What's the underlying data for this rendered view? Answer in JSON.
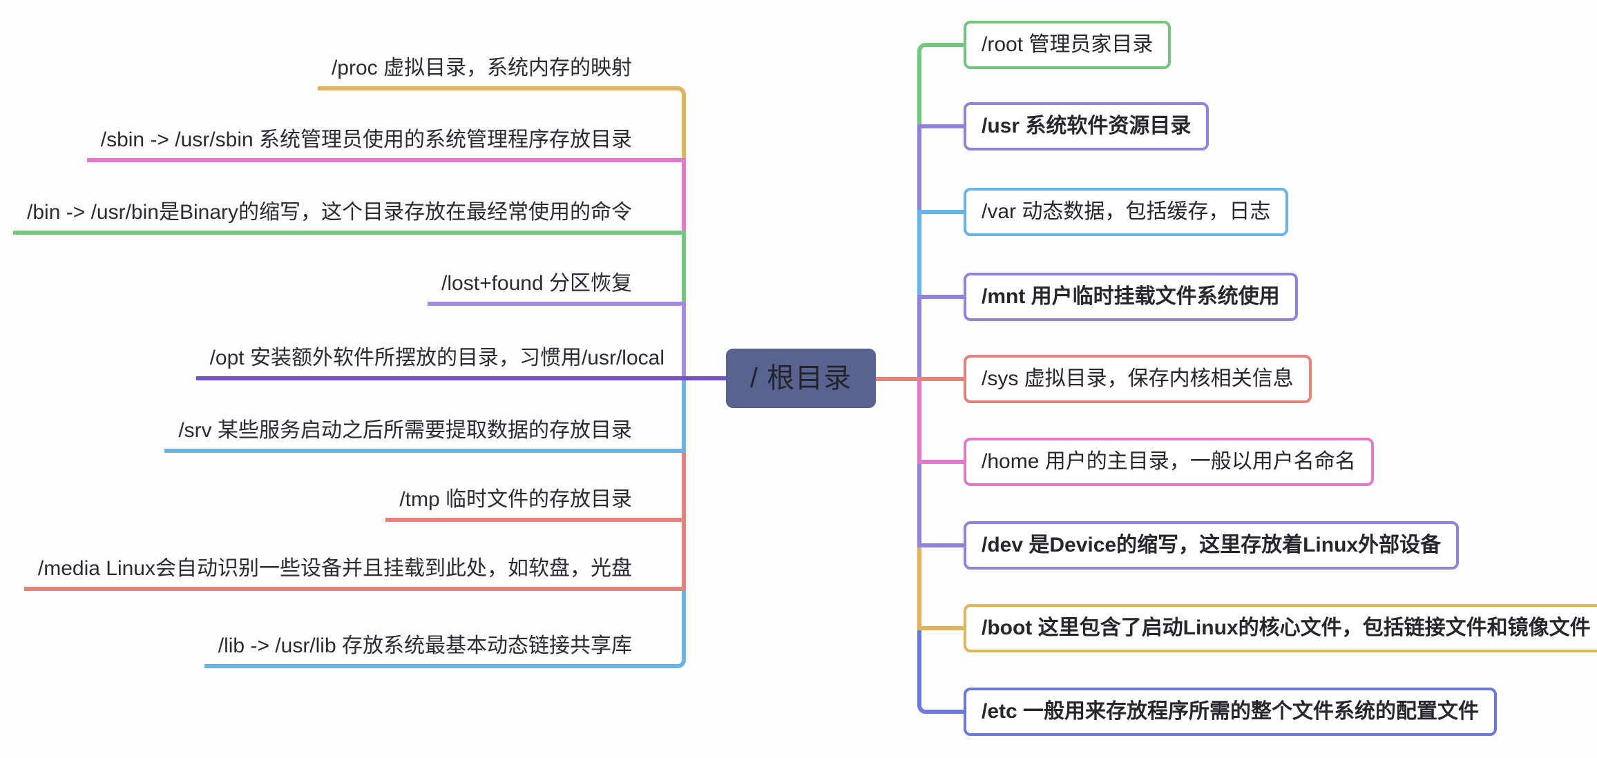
{
  "root": {
    "label": "/  根目录",
    "bg_color": "#59638f",
    "text_color": "#23232b"
  },
  "left_branches": [
    {
      "id": "proc",
      "label": "/proc  虚拟目录，系统内存的映射",
      "color": "#e0b45a",
      "bold": false
    },
    {
      "id": "sbin",
      "label": "/sbin -> /usr/sbin 系统管理员使用的系统管理程序存放目录",
      "color": "#e478cd",
      "bold": false
    },
    {
      "id": "bin",
      "label": "/bin -> /usr/bin是Binary的缩写，这个目录存放在最经常使用的命令",
      "color": "#72c67e",
      "bold": false
    },
    {
      "id": "lost-found",
      "label": "/lost+found  分区恢复",
      "color": "#a48be2",
      "bold": false
    },
    {
      "id": "opt",
      "label": "/opt  安装额外软件所摆放的目录，习惯用/usr/local",
      "color": "#7452c6",
      "bold": false
    },
    {
      "id": "srv",
      "label": "/srv  某些服务启动之后所需要提取数据的存放目录",
      "color": "#69b3e6",
      "bold": false
    },
    {
      "id": "tmp",
      "label": "/tmp  临时文件的存放目录",
      "color": "#e8807b",
      "bold": false
    },
    {
      "id": "media",
      "label": "/media  Linux会自动识别一些设备并且挂载到此处，如软盘，光盘",
      "color": "#e8807b",
      "bold": false
    },
    {
      "id": "lib",
      "label": "/lib -> /usr/lib 存放系统最基本动态链接共享库",
      "color": "#69b3e6",
      "bold": false
    }
  ],
  "right_branches": [
    {
      "id": "root-home",
      "label": "/root  管理员家目录",
      "color": "#72c67e",
      "bold": false
    },
    {
      "id": "usr",
      "label": "/usr  系统软件资源目录",
      "color": "#9282dc",
      "bold": true
    },
    {
      "id": "var",
      "label": "/var  动态数据，包括缓存，日志",
      "color": "#69b3e6",
      "bold": false
    },
    {
      "id": "mnt",
      "label": "/mnt  用户临时挂载文件系统使用",
      "color": "#9282dc",
      "bold": true
    },
    {
      "id": "sys",
      "label": "/sys 虚拟目录，保存内核相关信息",
      "color": "#e8807b",
      "bold": false
    },
    {
      "id": "home",
      "label": "/home  用户的主目录，一般以用户名命名",
      "color": "#e478cd",
      "bold": false
    },
    {
      "id": "dev",
      "label": "/dev  是Device的缩写，这里存放着Linux外部设备",
      "color": "#9282dc",
      "bold": true
    },
    {
      "id": "boot",
      "label": "/boot 这里包含了启动Linux的核心文件，包括链接文件和镜像文件",
      "color": "#e0b45a",
      "bold": true
    },
    {
      "id": "etc",
      "label": "/etc 一般用来存放程序所需的整个文件系统的配置文件",
      "color": "#6a79da",
      "bold": true
    }
  ]
}
